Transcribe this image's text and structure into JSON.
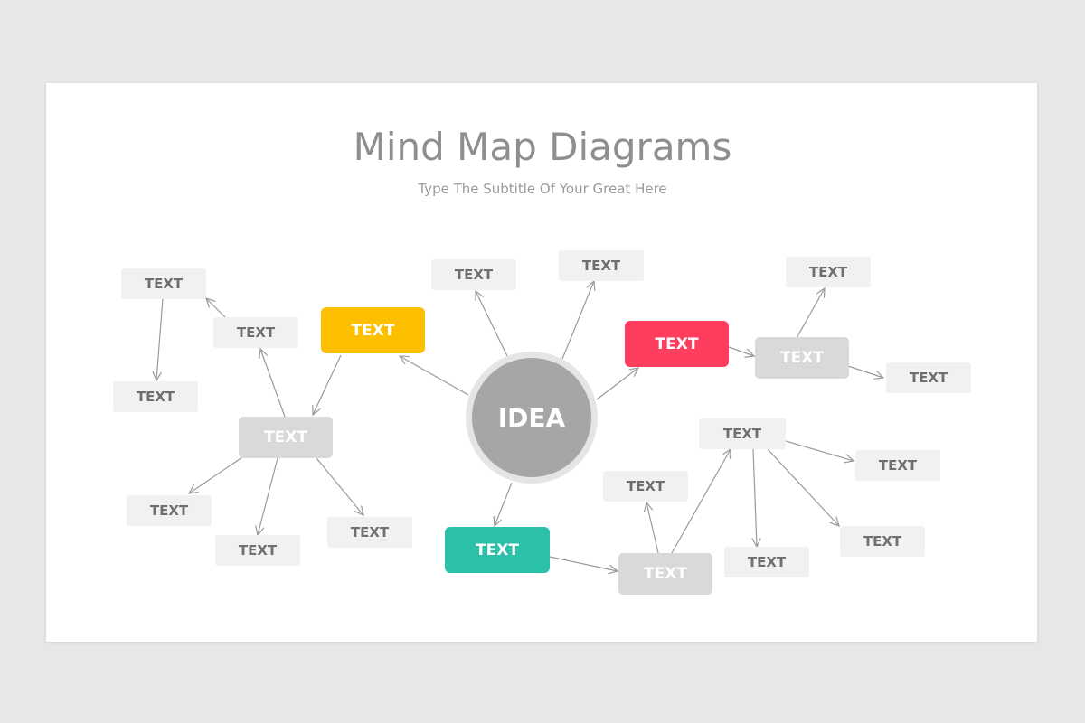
{
  "title": "Mind Map Diagrams",
  "subtitle": "Type The Subtitle Of Your Great Here",
  "center_label": "IDEA",
  "colors": {
    "background": "#e8e7e8",
    "slide": "#ffffff",
    "center": "#a6a6a6",
    "yellow": "#fdc000",
    "red": "#ff3d5f",
    "teal": "#2bc1a8",
    "hub": "#d9d9d9",
    "leaf": "#f1f1f1",
    "link": "#9a9a9a"
  },
  "nodes": {
    "yellow_branch": "TEXT",
    "red_branch": "TEXT",
    "teal_branch": "TEXT",
    "left_hub": "TEXT",
    "right_hub": "TEXT",
    "bottom_hub": "TEXT",
    "top_leaf_1": "TEXT",
    "top_leaf_2": "TEXT",
    "left_leaf_top": "TEXT",
    "left_leaf_mid": "TEXT",
    "left_leaf_lower": "TEXT",
    "left_leaf_bottom_left": "TEXT",
    "left_leaf_bottom": "TEXT",
    "left_leaf_bottom_right": "TEXT",
    "right_leaf_top": "TEXT",
    "right_leaf_right": "TEXT",
    "bottom_leaf_small": "TEXT",
    "bottom_leaf_upper": "TEXT",
    "bottom_leaf_right_top": "TEXT",
    "bottom_leaf_right_bottom": "TEXT",
    "bottom_leaf_down": "TEXT"
  }
}
